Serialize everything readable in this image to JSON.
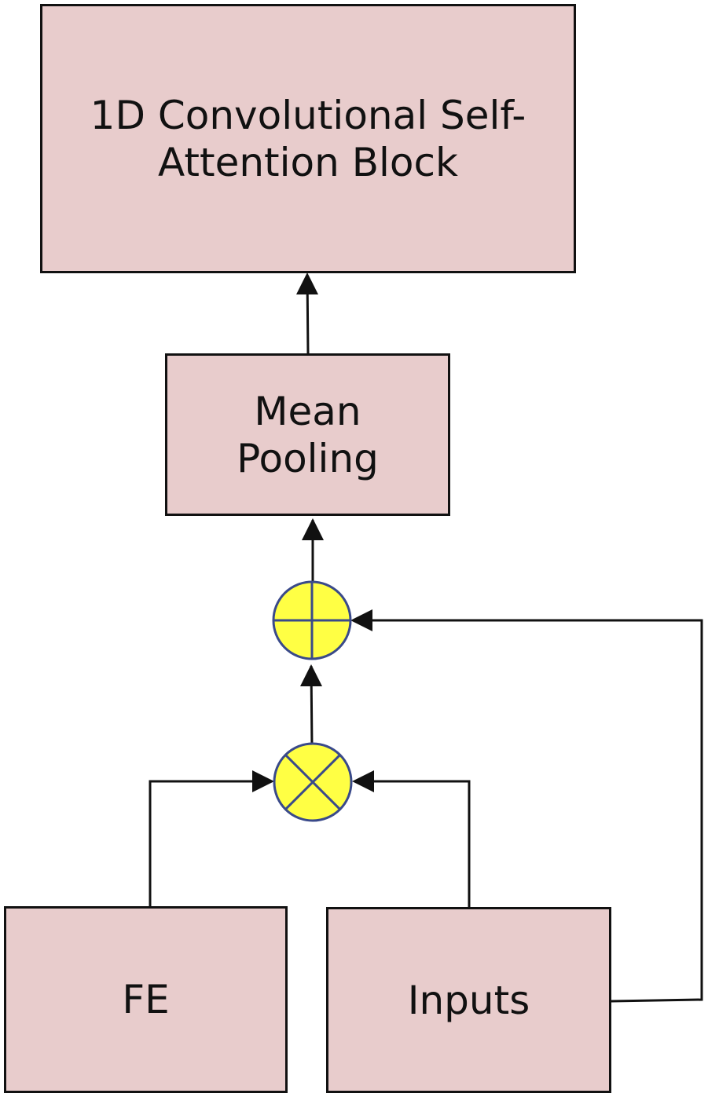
{
  "blocks": {
    "attention": {
      "label": "1D Convolutional Self-Attention Block"
    },
    "pooling": {
      "label": "Mean Pooling"
    },
    "fe": {
      "label": "FE"
    },
    "inputs": {
      "label": "Inputs"
    }
  },
  "operators": {
    "add": {
      "symbol": "plus",
      "fill": "#ffff44",
      "stroke": "#3a4a8a"
    },
    "multiply": {
      "symbol": "times",
      "fill": "#ffff44",
      "stroke": "#3a4a8a"
    }
  },
  "colors": {
    "box_fill": "#e8cccc",
    "line": "#111111"
  }
}
